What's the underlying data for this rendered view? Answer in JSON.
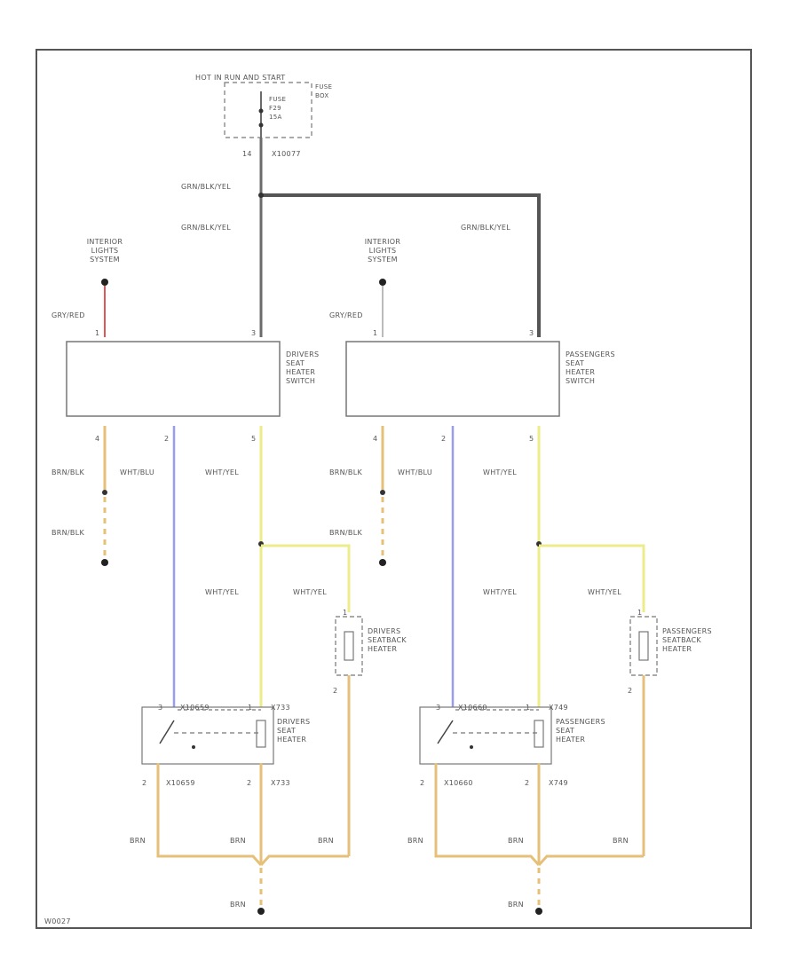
{
  "fuse": {
    "header": "HOT IN RUN AND START",
    "block": "FUSE\nBOX",
    "fuse_label": "FUSE\nF29\n15A",
    "pin": "14",
    "connector": "X10077"
  },
  "wires": {
    "feed": "GRN/BLK/YEL",
    "driver_feed": "GRN/BLK/YEL",
    "pass_feed": "GRN/BLK/YEL",
    "light_feed": "GRY/RED",
    "ground_branch": "BRN/BLK",
    "ground_branch2": "BRN/BLK",
    "element_feed": "WHT/BLU",
    "heater_feed": "WHT/YEL",
    "heater_feed2": "WHT/YEL",
    "backrest_feed": "WHT/YEL",
    "ground": "BRN"
  },
  "driver": {
    "lights": "INTERIOR\nLIGHTS\nSYSTEM",
    "switch": "DRIVERS\nSEAT\nHEATER\nSWITCH",
    "backrest": "DRIVERS\nSEATBACK\nHEATER",
    "seat_heater": "DRIVERS\nSEAT\nHEATER",
    "pins": {
      "p1": "1",
      "p3": "3",
      "p4": "4",
      "p2": "2",
      "p5": "5",
      "bk1": "1",
      "bk2": "2",
      "sw_a": "3",
      "sw_b": "1",
      "sw_c": "2",
      "el_b": "2"
    },
    "conn_left": "X10659",
    "conn_right": "X733",
    "conn_left2": "X10659",
    "conn_right2": "X733"
  },
  "passenger": {
    "lights": "INTERIOR\nLIGHTS\nSYSTEM",
    "switch": "PASSENGERS\nSEAT\nHEATER\nSWITCH",
    "backrest": "PASSENGERS\nSEATBACK\nHEATER",
    "seat_heater": "PASSENGERS\nSEAT\nHEATER",
    "pins": {
      "p1": "1",
      "p3": "3",
      "p4": "4",
      "p2": "2",
      "p5": "5",
      "bk1": "1",
      "bk2": "2",
      "sw_a": "3",
      "sw_b": "1",
      "sw_c": "2",
      "el_b": "2"
    },
    "conn_left": "X10660",
    "conn_right": "X749",
    "conn_left2": "X10660",
    "conn_right2": "X749"
  },
  "footer": "W0027",
  "colors": {
    "frame": "#555555",
    "gray_wire": "#6b6b6b",
    "red_wire": "#e05555",
    "blue_wire": "#9b9bf0",
    "yellow_wire": "#ecec8a",
    "brown_wire": "#e6c078",
    "dark_brown": "#b58a3a"
  }
}
